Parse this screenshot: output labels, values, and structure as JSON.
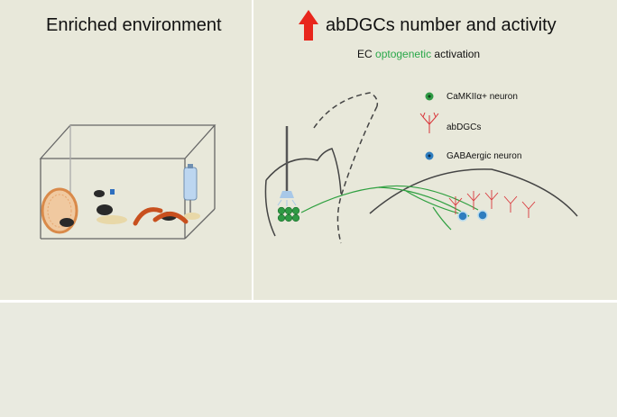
{
  "left_panel": {
    "title": "Enriched environment"
  },
  "right_panel": {
    "title": "abDGCs number and activity",
    "subtitle_prefix": "EC ",
    "subtitle_highlight": "optogenetic",
    "subtitle_suffix": " activation",
    "legend": [
      {
        "label": "CaMKIIα+ neuron",
        "icon": "green-dot-icon"
      },
      {
        "label": "abDGCs",
        "icon": "red-dendrite-icon"
      },
      {
        "label": "GABAergic neuron",
        "icon": "blue-dot-icon"
      }
    ]
  },
  "colors": {
    "background": "#e8e8da",
    "arrow_red": "#e8261c",
    "green_neuron": "#2f9a44",
    "red_dendrite": "#d9363a",
    "blue_neuron": "#2e7dbf",
    "optogenetic_text": "#2aa84a",
    "wheel_orange": "#d98a4a"
  }
}
